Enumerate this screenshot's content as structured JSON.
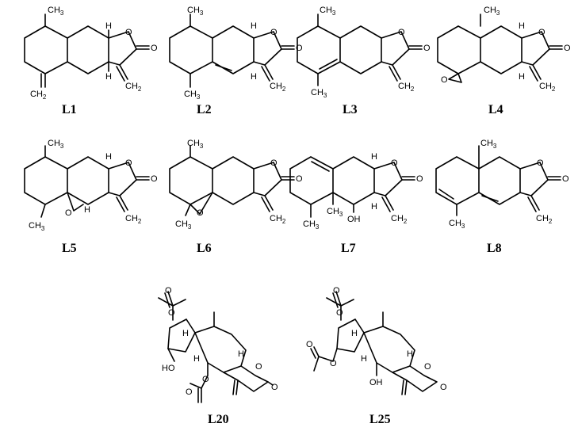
{
  "compounds": [
    {
      "id": "L1",
      "label": "L1"
    },
    {
      "id": "L2",
      "label": "L2"
    },
    {
      "id": "L3",
      "label": "L3"
    },
    {
      "id": "L4",
      "label": "L4"
    },
    {
      "id": "L5",
      "label": "L5"
    },
    {
      "id": "L6",
      "label": "L6"
    },
    {
      "id": "L7",
      "label": "L7"
    },
    {
      "id": "L8",
      "label": "L8"
    },
    {
      "id": "L20",
      "label": "L20"
    },
    {
      "id": "L25",
      "label": "L25"
    }
  ],
  "atom_labels": {
    "methyl": "CH",
    "methyl_sub": "3",
    "methylene": "CH",
    "methylene_sub": "2",
    "oxygen": "O",
    "hydrogen": "H",
    "hydroxyl": "OH",
    "hydroxyl_left": "HO"
  }
}
